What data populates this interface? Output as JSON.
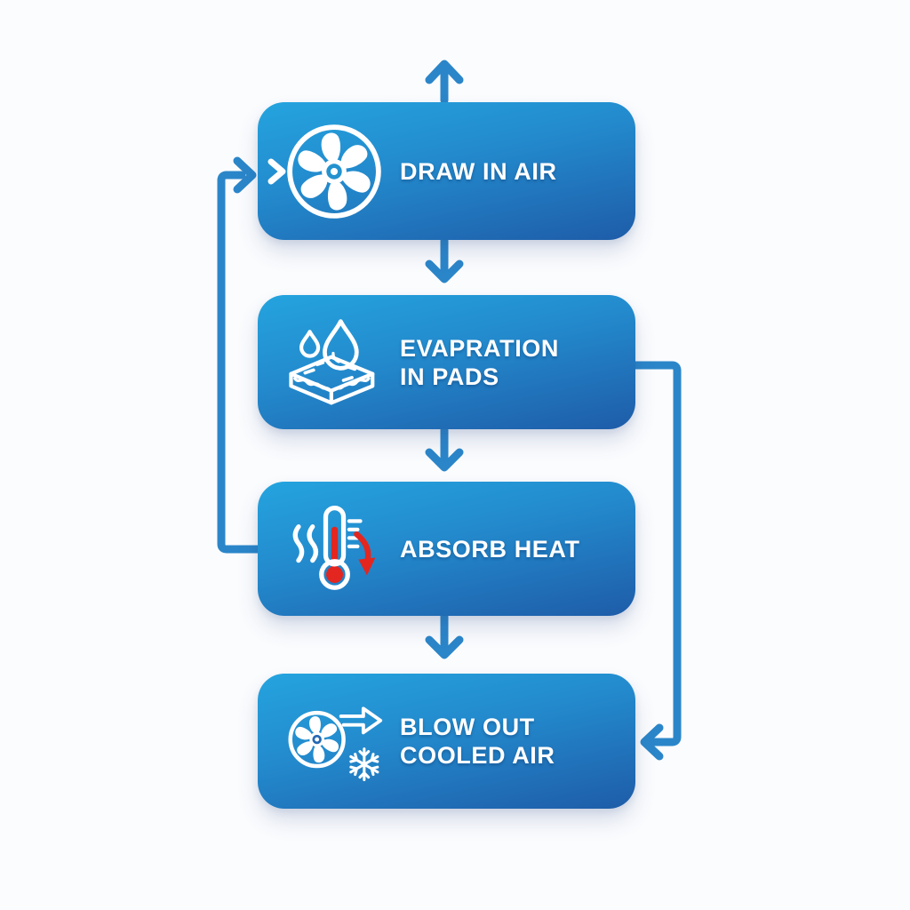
{
  "diagram": {
    "type": "flowchart",
    "subject": "evaporative-cooling-process",
    "background_color": "#FBFCFE",
    "colors": {
      "box_gradient_top": "#24A4DF",
      "box_gradient_bottom": "#1E5CA8",
      "connector_blue": "#2B86C9",
      "accent_red": "#E3261F",
      "label_text": "#FFFFFF"
    },
    "steps": [
      {
        "id": 1,
        "icon": "fan-icon",
        "label_line1": "DRAW IN AIR",
        "label_line2": ""
      },
      {
        "id": 2,
        "icon": "water-drops-pad-icon",
        "label_line1": "EVAPRATION",
        "label_line2": "IN PADS"
      },
      {
        "id": 3,
        "icon": "thermometer-heat-icon",
        "label_line1": "ABSORB HEAT",
        "label_line2": ""
      },
      {
        "id": 4,
        "icon": "fan-blowout-snowflake-icon",
        "label_line1": "BLOW OUT",
        "label_line2": "COOLED AIR"
      }
    ],
    "connectors": [
      {
        "from": "step-1",
        "to": "top-edge",
        "direction": "up"
      },
      {
        "from": "step-1",
        "to": "step-2",
        "direction": "down"
      },
      {
        "from": "step-2",
        "to": "step-3",
        "direction": "down"
      },
      {
        "from": "step-3",
        "to": "step-4",
        "direction": "down"
      },
      {
        "from": "step-3",
        "to": "step-1",
        "direction": "left-feedback-loop-up"
      },
      {
        "from": "step-2",
        "to": "step-4",
        "direction": "right-bypass-loop-down"
      }
    ]
  }
}
